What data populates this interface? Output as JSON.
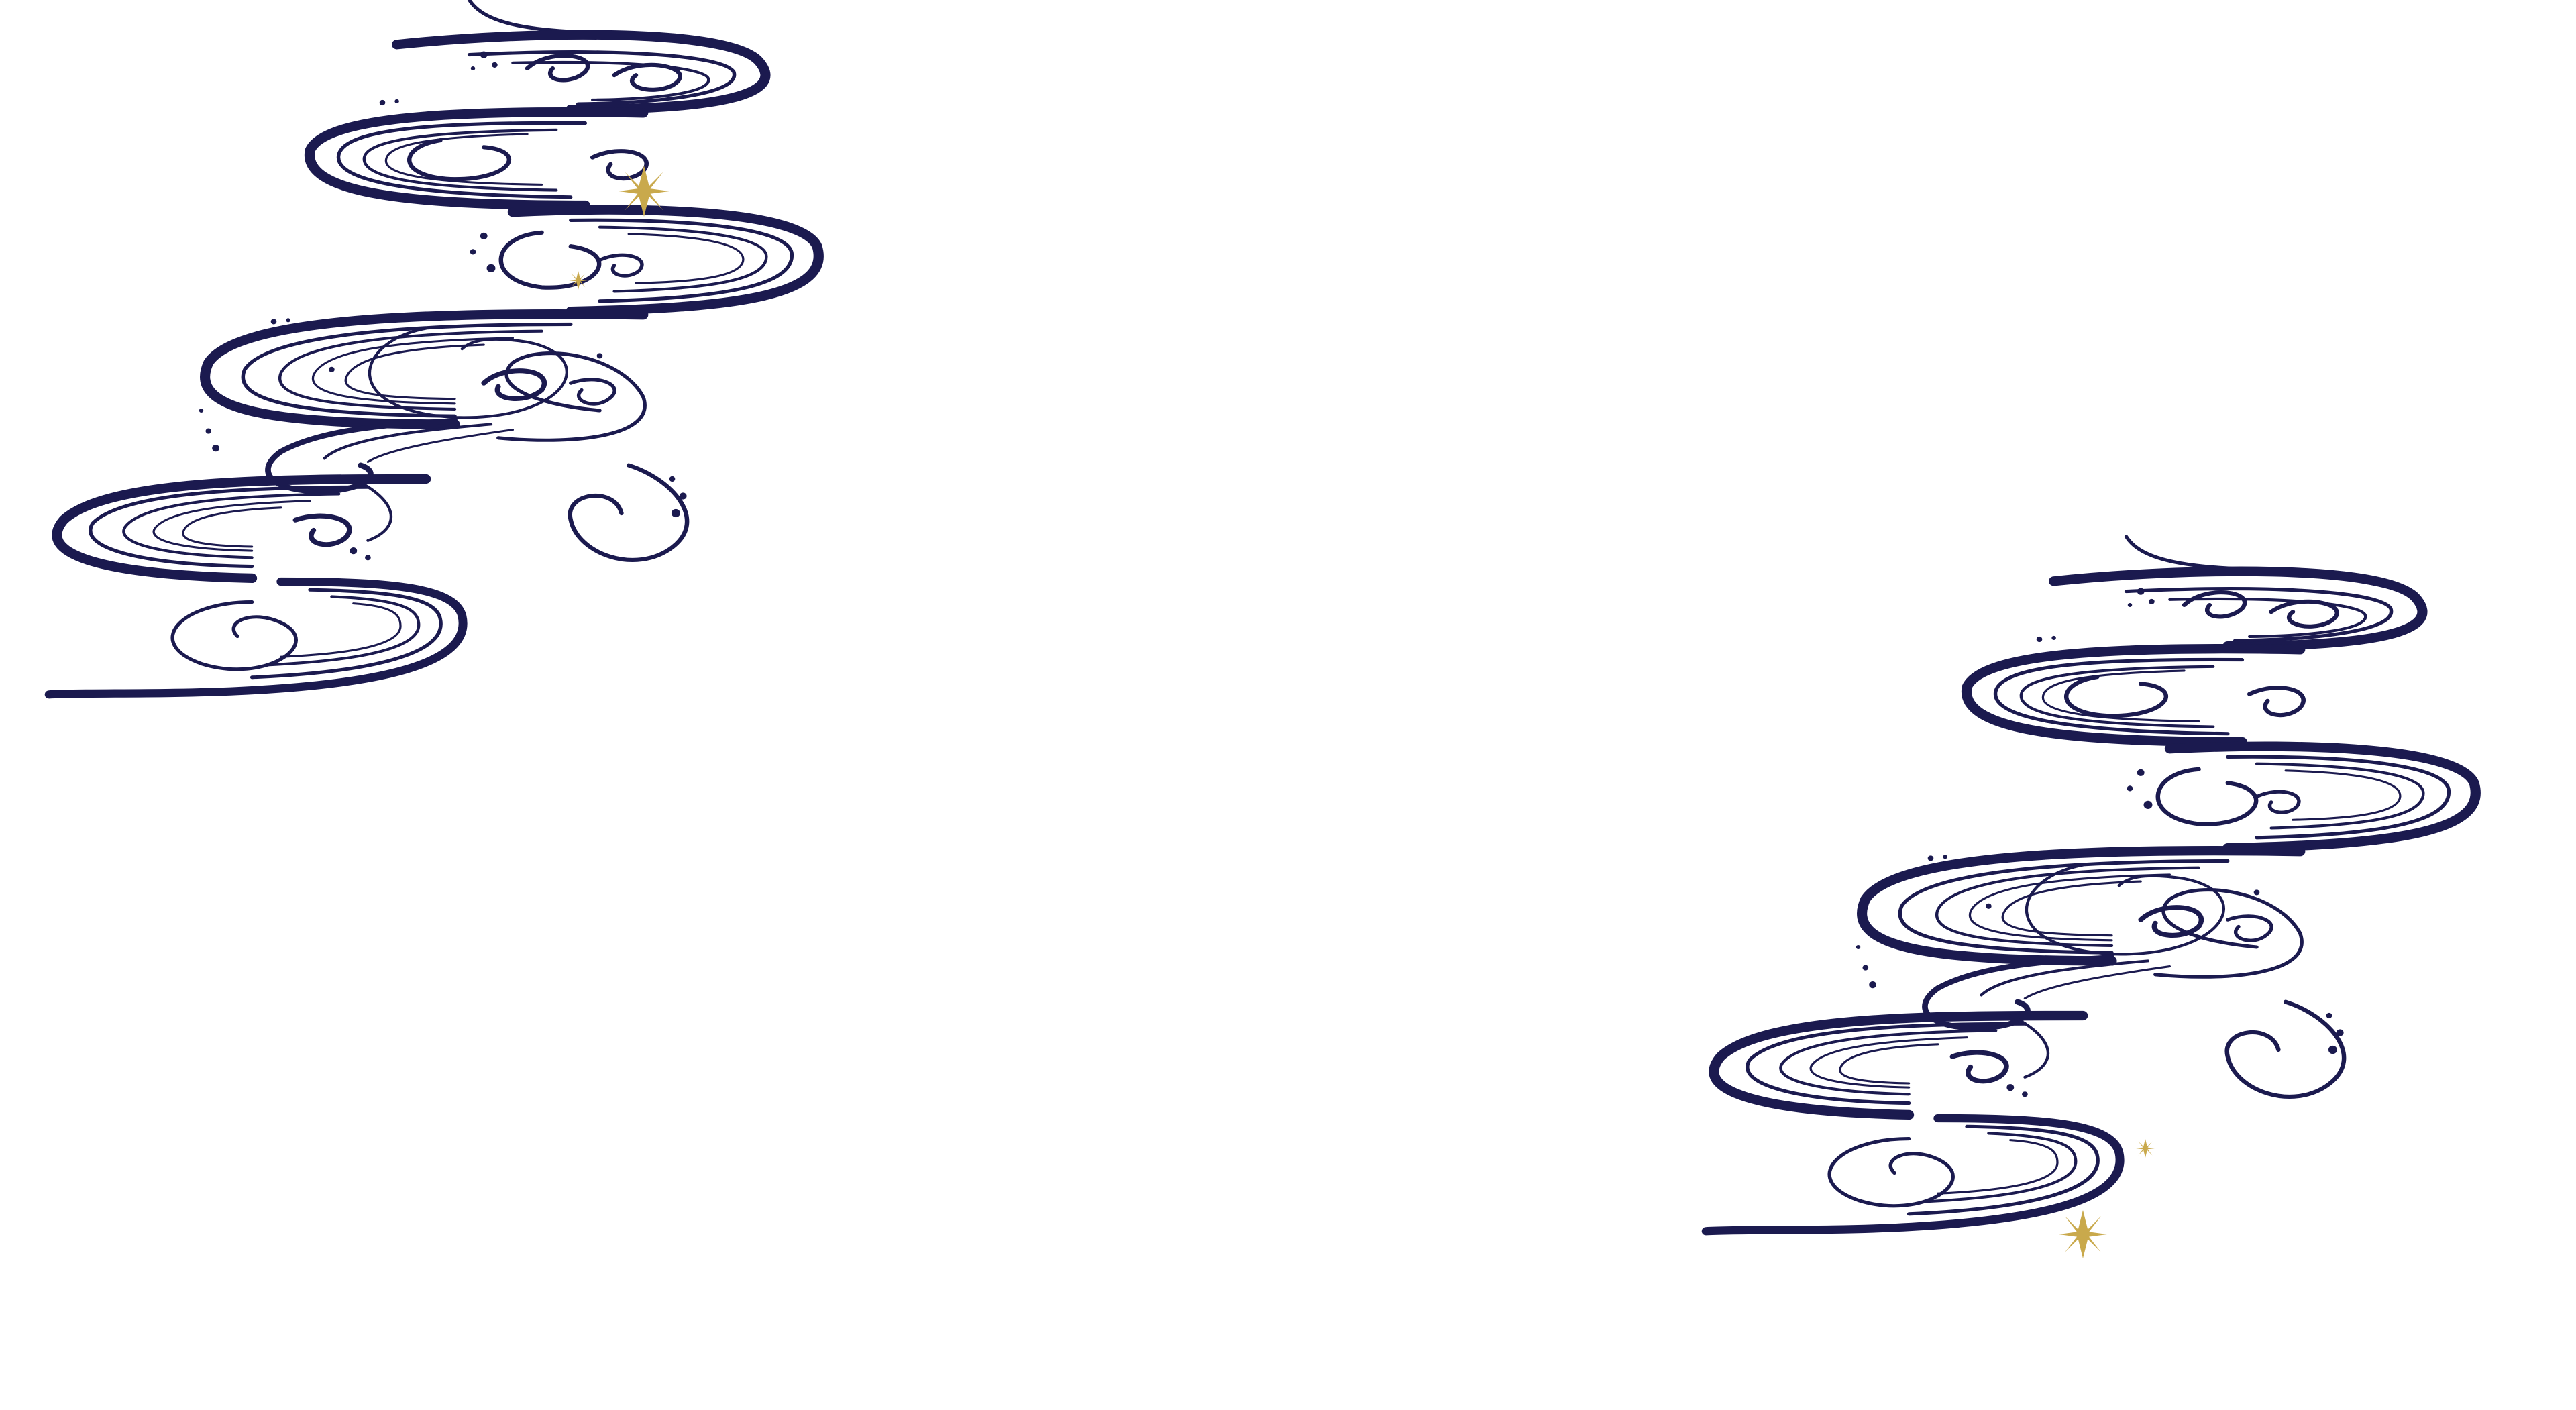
{
  "colors": {
    "background": "#ffffff",
    "wave": "#1b1a4f",
    "star": "#c9a94c"
  },
  "motifs": [
    {
      "name": "wave-cluster-top-left",
      "icon": "swirl-wave-pattern"
    },
    {
      "name": "wave-cluster-bottom-right",
      "icon": "swirl-wave-pattern"
    }
  ],
  "stars": {
    "icon": "four-point-sparkle",
    "count": 4
  }
}
